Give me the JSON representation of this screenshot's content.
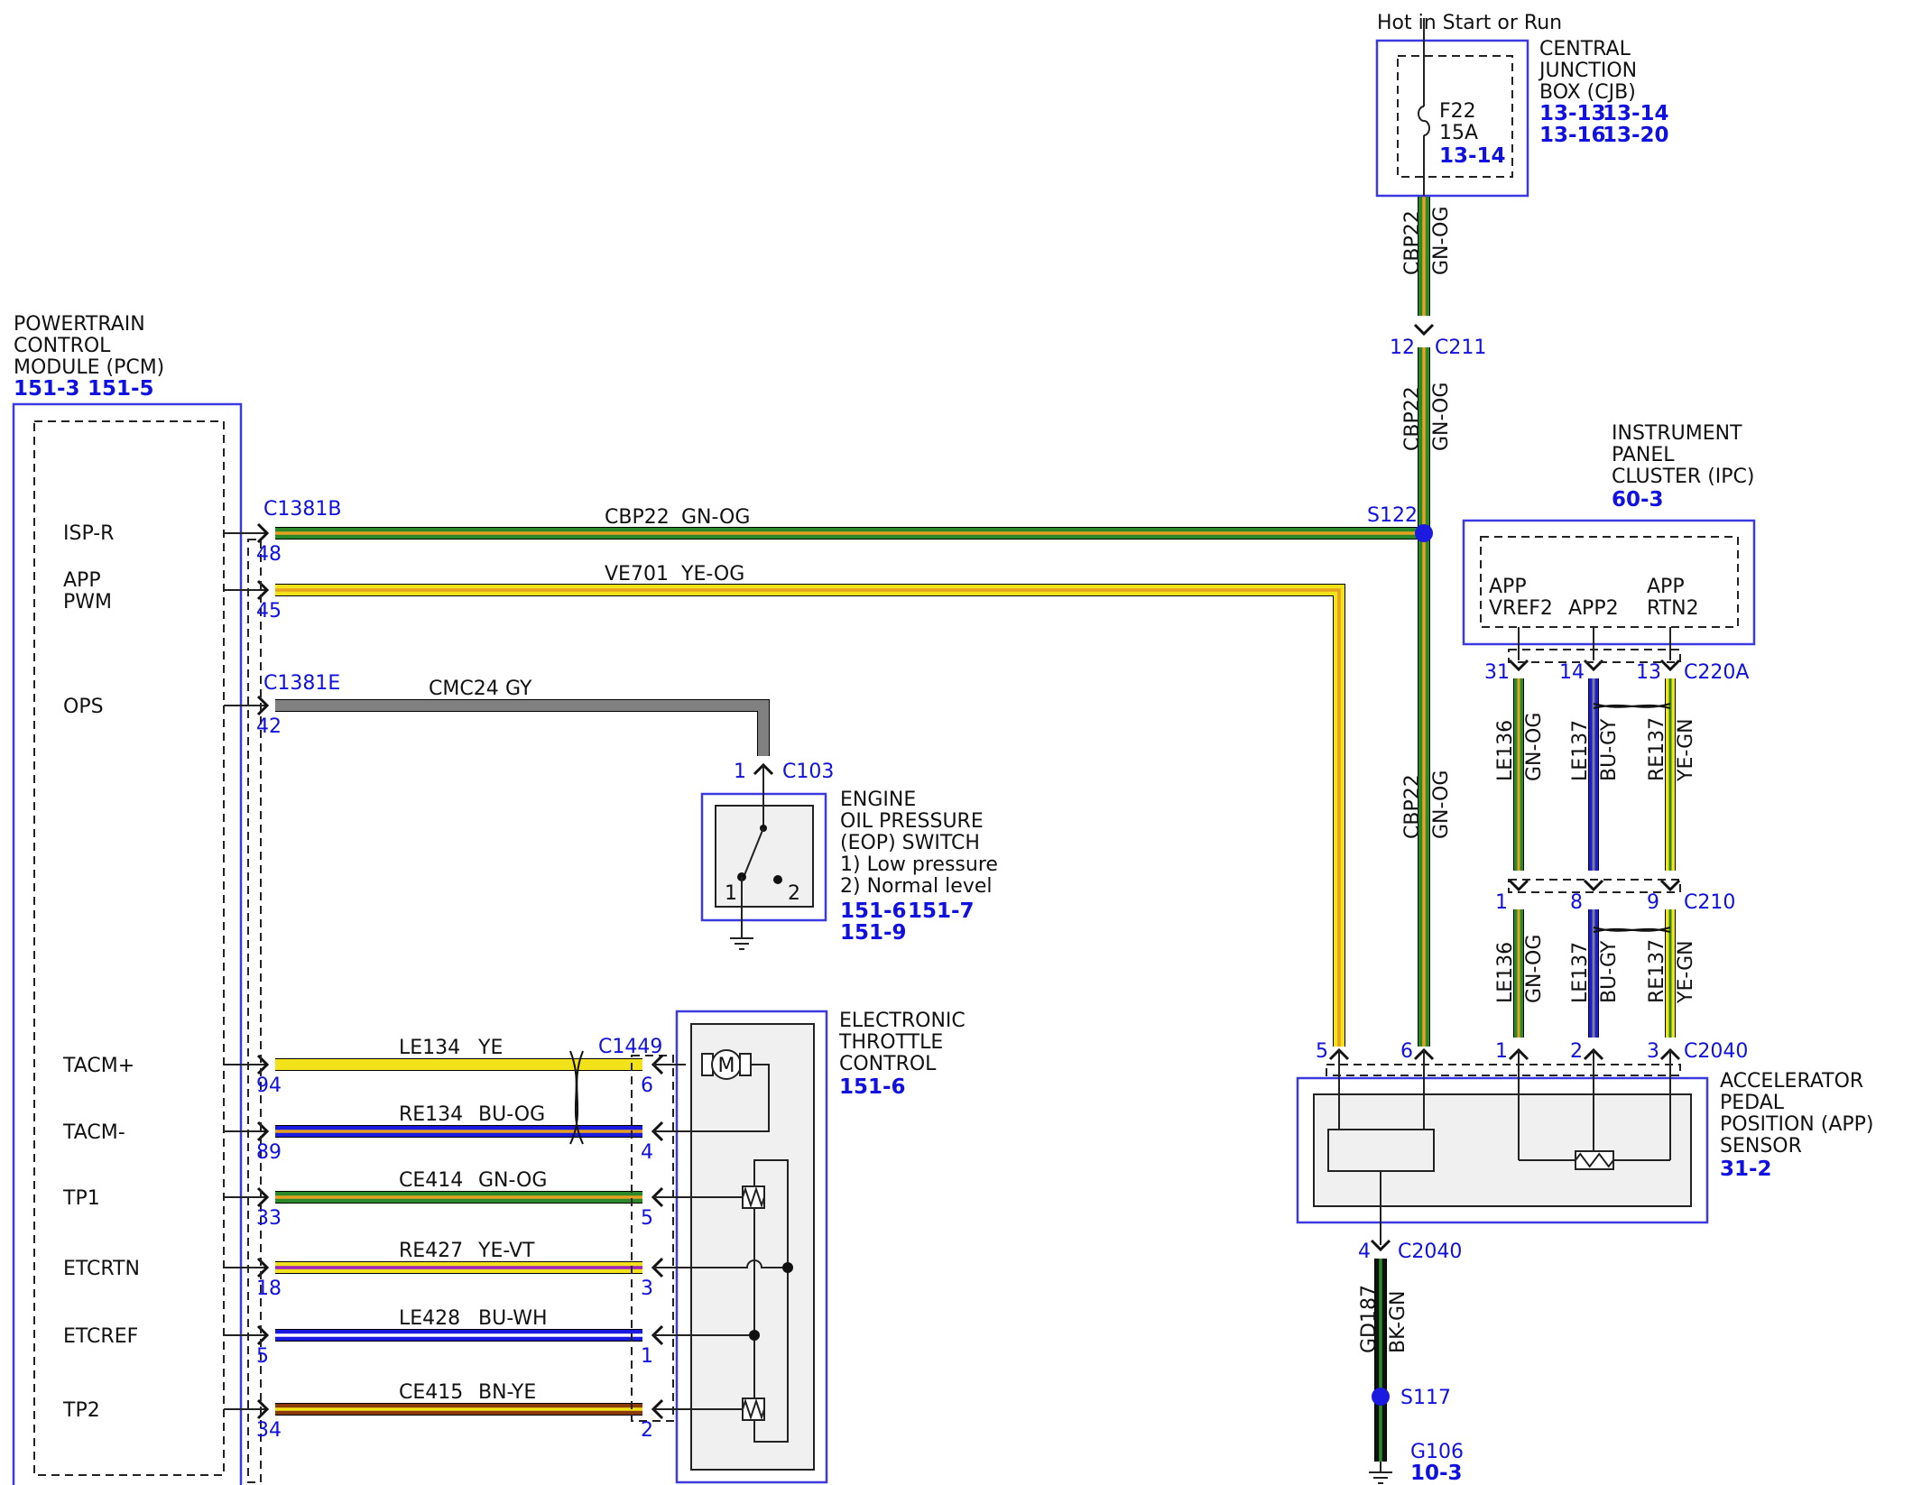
{
  "colors": {
    "GN": "#2a8a2a",
    "OG": "#e8a020",
    "YE": "#f2e21a",
    "GY": "#808080",
    "BU": "#1a1ae0",
    "BK": "#111111",
    "BN": "#8b3a0a",
    "VT": "#a020c0",
    "WH": "#ffffff",
    "ref_blue": "#1010e0",
    "box_blue": "#3a3ae0"
  },
  "cjb": {
    "supply": "Hot in Start or Run",
    "name_lines": [
      "CENTRAL",
      "JUNCTION",
      "BOX (CJB)"
    ],
    "refs_row1": [
      "13-13",
      "13-14"
    ],
    "refs_row2": [
      "13-16",
      "13-20"
    ],
    "fuse_id": "F22",
    "fuse_rating": "15A",
    "fuse_ref": "13-14"
  },
  "pcm": {
    "name_lines": [
      "POWERTRAIN",
      "CONTROL",
      "MODULE (PCM)"
    ],
    "refs": [
      "151-3",
      "151-5"
    ],
    "pins": [
      {
        "label_lines": [
          "ISP-R"
        ],
        "pin": "48"
      },
      {
        "label_lines": [
          "APP",
          "PWM"
        ],
        "pin": "45"
      },
      {
        "label_lines": [
          "OPS"
        ],
        "pin": "42"
      },
      {
        "label_lines": [
          "TACM+"
        ],
        "pin": "94"
      },
      {
        "label_lines": [
          "TACM-"
        ],
        "pin": "89"
      },
      {
        "label_lines": [
          "TP1"
        ],
        "pin": "33"
      },
      {
        "label_lines": [
          "ETCRTN"
        ],
        "pin": "18"
      },
      {
        "label_lines": [
          "ETCREF"
        ],
        "pin": "5"
      },
      {
        "label_lines": [
          "TP2"
        ],
        "pin": "34"
      }
    ],
    "connectors": [
      "C1381B",
      "C1381E"
    ]
  },
  "wires": {
    "isp": {
      "circuit": "CBP22",
      "color": "GN-OG"
    },
    "app_pwm": {
      "circuit": "VE701",
      "color": "YE-OG"
    },
    "ops": {
      "circuit": "CMC24",
      "color": "GY"
    },
    "tacm_plus": {
      "circuit": "LE134",
      "color": "YE"
    },
    "tacm_minus": {
      "circuit": "RE134",
      "color": "BU-OG"
    },
    "tp1": {
      "circuit": "CE414",
      "color": "GN-OG"
    },
    "etcrtn": {
      "circuit": "RE427",
      "color": "YE-VT"
    },
    "etcref": {
      "circuit": "LE428",
      "color": "BU-WH"
    },
    "tp2": {
      "circuit": "CE415",
      "color": "BN-YE"
    },
    "cjb_feed_a": {
      "circuit": "CBP22",
      "color": "GN-OG"
    },
    "cjb_feed_b": {
      "circuit": "CBP22",
      "color": "GN-OG"
    },
    "app_feed": {
      "circuit": "CBP22",
      "color": "GN-OG"
    },
    "vref2_a": {
      "circuit": "LE136",
      "color": "GN-OG"
    },
    "app2_a": {
      "circuit": "LE137",
      "color": "BU-GY"
    },
    "rtn2_a": {
      "circuit": "RE137",
      "color": "YE-GN"
    },
    "vref2_b": {
      "circuit": "LE136",
      "color": "GN-OG"
    },
    "app2_b": {
      "circuit": "LE137",
      "color": "BU-GY"
    },
    "rtn2_b": {
      "circuit": "RE137",
      "color": "YE-GN"
    },
    "ground": {
      "circuit": "GD187",
      "color": "BK-GN"
    }
  },
  "connectors": {
    "c211": {
      "id": "C211",
      "pin": "12"
    },
    "c103": {
      "id": "C103",
      "pin": "1"
    },
    "c1449": {
      "id": "C1449",
      "pins": [
        "6",
        "4",
        "5",
        "3",
        "1",
        "2"
      ]
    },
    "c220a": {
      "id": "C220A",
      "pins": [
        "31",
        "14",
        "13"
      ]
    },
    "c210": {
      "id": "C210",
      "pins": [
        "1",
        "8",
        "9"
      ]
    },
    "c2040": {
      "id": "C2040",
      "pins": [
        "5",
        "6",
        "1",
        "2",
        "3"
      ],
      "ground_pin": "4"
    }
  },
  "splices": {
    "s122": "S122",
    "s117": "S117"
  },
  "ground": {
    "id": "G106",
    "ref": "10-3"
  },
  "eop": {
    "name_lines": [
      "ENGINE",
      "OIL PRESSURE",
      "(EOP) SWITCH",
      "1) Low pressure",
      "2) Normal level"
    ],
    "refs_row1": [
      "151-6",
      "151-7"
    ],
    "refs_row2": [
      "151-9"
    ],
    "pos1": "1",
    "pos2": "2"
  },
  "etc": {
    "name_lines": [
      "ELECTRONIC",
      "THROTTLE",
      "CONTROL"
    ],
    "refs": [
      "151-6"
    ],
    "motor": "M"
  },
  "ipc": {
    "name_lines": [
      "INSTRUMENT",
      "PANEL",
      "CLUSTER (IPC)"
    ],
    "refs": [
      "60-3"
    ],
    "pins": [
      {
        "label_lines": [
          "APP",
          "VREF2"
        ]
      },
      {
        "label_lines": [
          "APP2"
        ]
      },
      {
        "label_lines": [
          "APP",
          "RTN2"
        ]
      }
    ]
  },
  "app_sensor": {
    "name_lines": [
      "ACCELERATOR",
      "PEDAL",
      "POSITION (APP)",
      "SENSOR"
    ],
    "refs": [
      "31-2"
    ]
  }
}
